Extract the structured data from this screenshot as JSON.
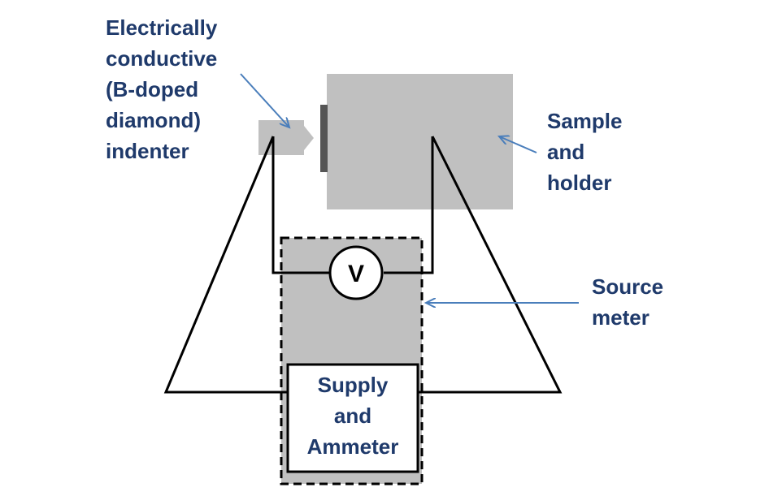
{
  "labels": {
    "indenter": [
      "Electrically",
      "conductive",
      "(B-doped",
      "diamond)",
      "indenter"
    ],
    "sample": [
      "Sample",
      "and",
      "holder"
    ],
    "source_meter": [
      "Source",
      "meter"
    ],
    "voltmeter": "V",
    "supply_box": [
      "Supply",
      "and",
      "Ammeter"
    ]
  },
  "colors": {
    "label_text": "#1f3a6b",
    "gray_fill": "#c0c0c0",
    "dark_contact": "#555555",
    "wire": "#000000",
    "arrow": "#4a7ebb",
    "white": "#ffffff"
  }
}
